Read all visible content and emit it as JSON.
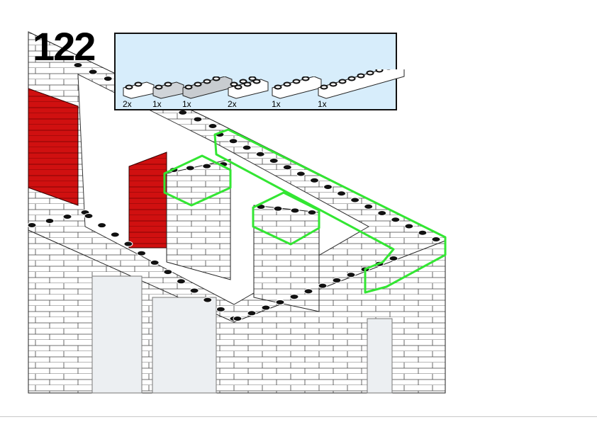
{
  "step_number": "122",
  "parts_list": [
    {
      "qty": "2x",
      "type": "brick 1x2",
      "color": "#ffffff",
      "studs": 2
    },
    {
      "qty": "1x",
      "type": "brick 1x2 transparent",
      "color": "#d0d4d8",
      "studs": 2
    },
    {
      "qty": "1x",
      "type": "brick 1x4 transparent",
      "color": "#c8ccd0",
      "studs": 4
    },
    {
      "qty": "2x",
      "type": "brick 2x3",
      "color": "#ffffff",
      "studs": 6
    },
    {
      "qty": "1x",
      "type": "brick 1x4",
      "color": "#ffffff",
      "studs": 4
    },
    {
      "qty": "1x",
      "type": "brick 1x8",
      "color": "#ffffff",
      "studs": 8
    }
  ],
  "colors": {
    "highlight": "#33e633",
    "red_brick": "#d01010",
    "parts_bg": "#d7edfb"
  }
}
